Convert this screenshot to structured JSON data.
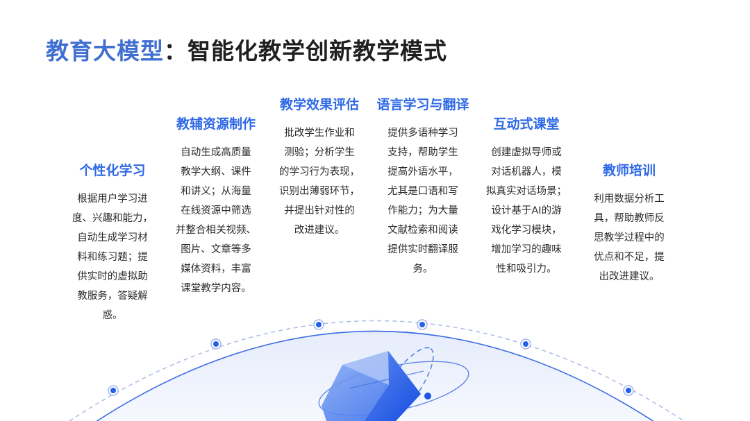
{
  "title": {
    "accent": "教育大模型",
    "separator": "：",
    "rest": "智能化教学创新教学模式"
  },
  "colors": {
    "accent": "#2e68e6",
    "title_accent": "#3f6fd0",
    "text": "#2b2b2b",
    "node": "#2560e8"
  },
  "features": [
    {
      "heading": "个性化学习",
      "body": "根据用户学习进\n度、兴趣和能力，\n自动生成学习材\n料和练习题；提\n供实时的虚拟助\n教服务，答疑解\n惑。"
    },
    {
      "heading": "教辅资源制作",
      "body": "自动生成高质量\n教学大纲、课件\n和讲义；从海量\n在线资源中筛选\n并整合相关视频、\n图片、文章等多\n媒体资料，丰富\n课堂教学内容。"
    },
    {
      "heading": "教学效果评估",
      "body": "批改学生作业和\n测验；分析学生\n的学习行为表现，\n识别出薄弱环节，\n并提出针对性的\n改进建议。"
    },
    {
      "heading": "语言学习与翻译",
      "body": "提供多语种学习\n支持，帮助学生\n提高外语水平，\n尤其是口语和写\n作能力；为大量\n文献检索和阅读\n提供实时翻译服\n务。"
    },
    {
      "heading": "互动式课堂",
      "body": "创建虚拟导师或\n对话机器人，模\n拟真实对话场景；\n设计基于AI的游\n戏化学习模块，\n增加学习的趣味\n性和吸引力。"
    },
    {
      "heading": "教师培训",
      "body": "利用数据分析工\n具，帮助教师反\n思教学过程中的\n优点和不足，提\n出改进建议。"
    }
  ]
}
